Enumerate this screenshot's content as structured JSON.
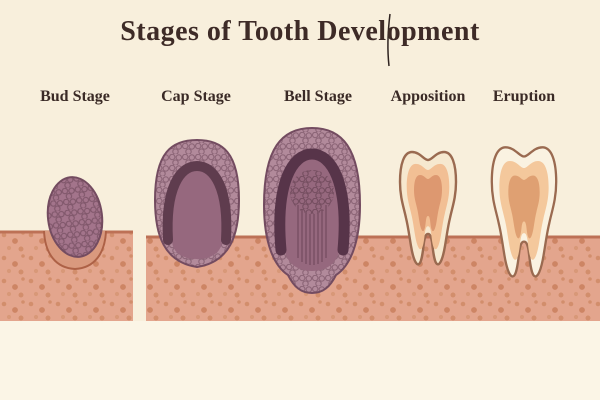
{
  "title": "Stages of Tooth Development",
  "stages": [
    {
      "id": "bud",
      "label": "Bud Stage"
    },
    {
      "id": "cap",
      "label": "Cap Stage"
    },
    {
      "id": "bell",
      "label": "Bell Stage"
    },
    {
      "id": "apposition",
      "label": "Apposition"
    },
    {
      "id": "eruption",
      "label": "Eruption"
    }
  ],
  "colors": {
    "background": "#f8efdc",
    "title_text": "#3e2b27",
    "label_text": "#3a2a26",
    "gum": "#e3a58d",
    "gum_edge": "#bd7156",
    "gum_speckle": "#cf8a66",
    "germ_outer": "#b28a9b",
    "germ_inner": "#96687e",
    "germ_dark_band": "#5f3c4e",
    "enamel": "#faf2e1",
    "dentin": "#f2bf94",
    "pulp": "#dd9870"
  }
}
